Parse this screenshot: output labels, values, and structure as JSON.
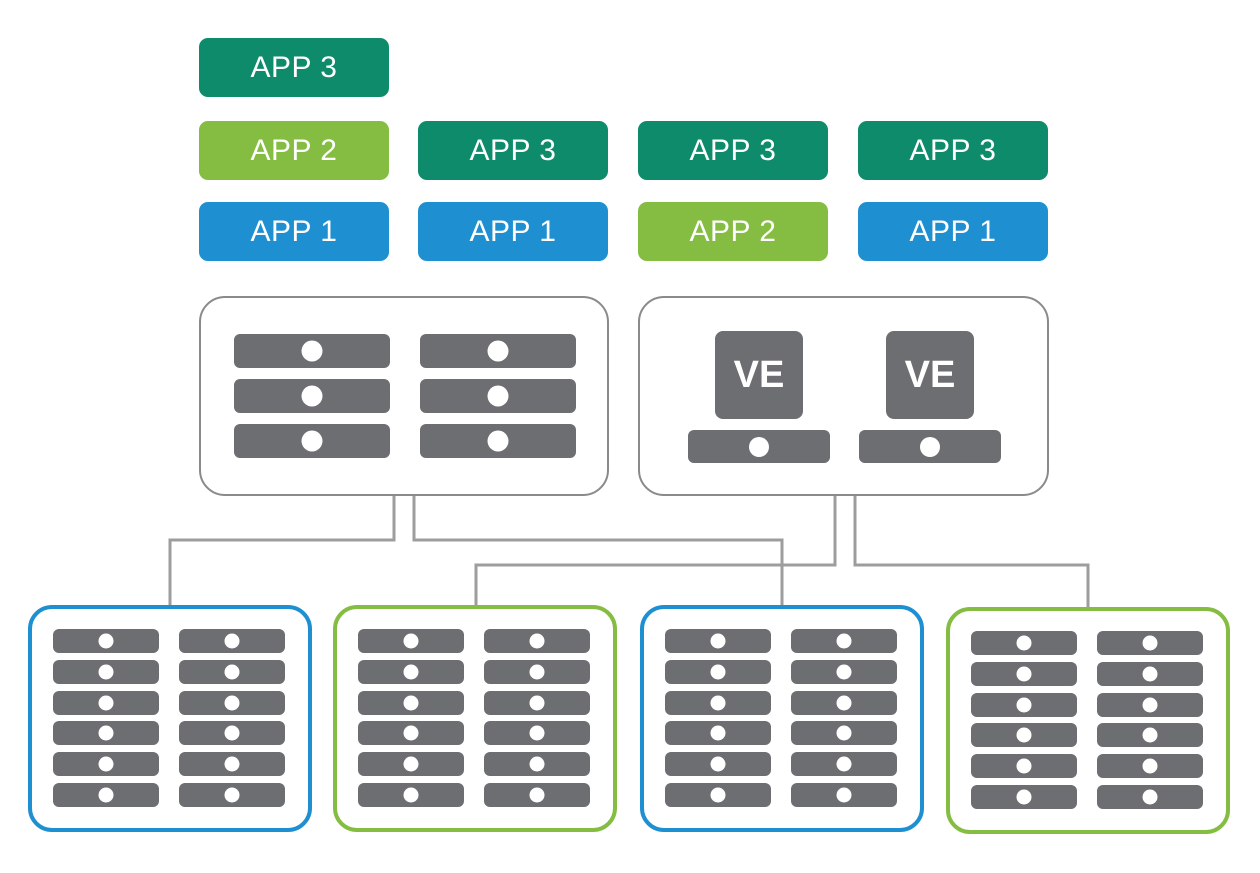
{
  "colors": {
    "app1": "#1e8fd1",
    "app2": "#84bd41",
    "app3": "#0e8b6b",
    "server": "#6d6e71",
    "host_border": "#8a8a8a",
    "link": "#9d9d9d",
    "cluster_blue": "#1e8fd1",
    "cluster_green": "#84bd41"
  },
  "apps": {
    "col1_top": "APP 3",
    "col1_mid": "APP 2",
    "col1_bot": "APP 1",
    "col2_mid": "APP 3",
    "col2_bot": "APP 1",
    "col3_mid": "APP 3",
    "col3_bot": "APP 2",
    "col4_mid": "APP 3",
    "col4_bot": "APP 1"
  },
  "virtual_host": {
    "ve_left": "VE",
    "ve_right": "VE"
  },
  "icons": {
    "server_unit": "server-unit-icon",
    "link": "connector-line"
  }
}
